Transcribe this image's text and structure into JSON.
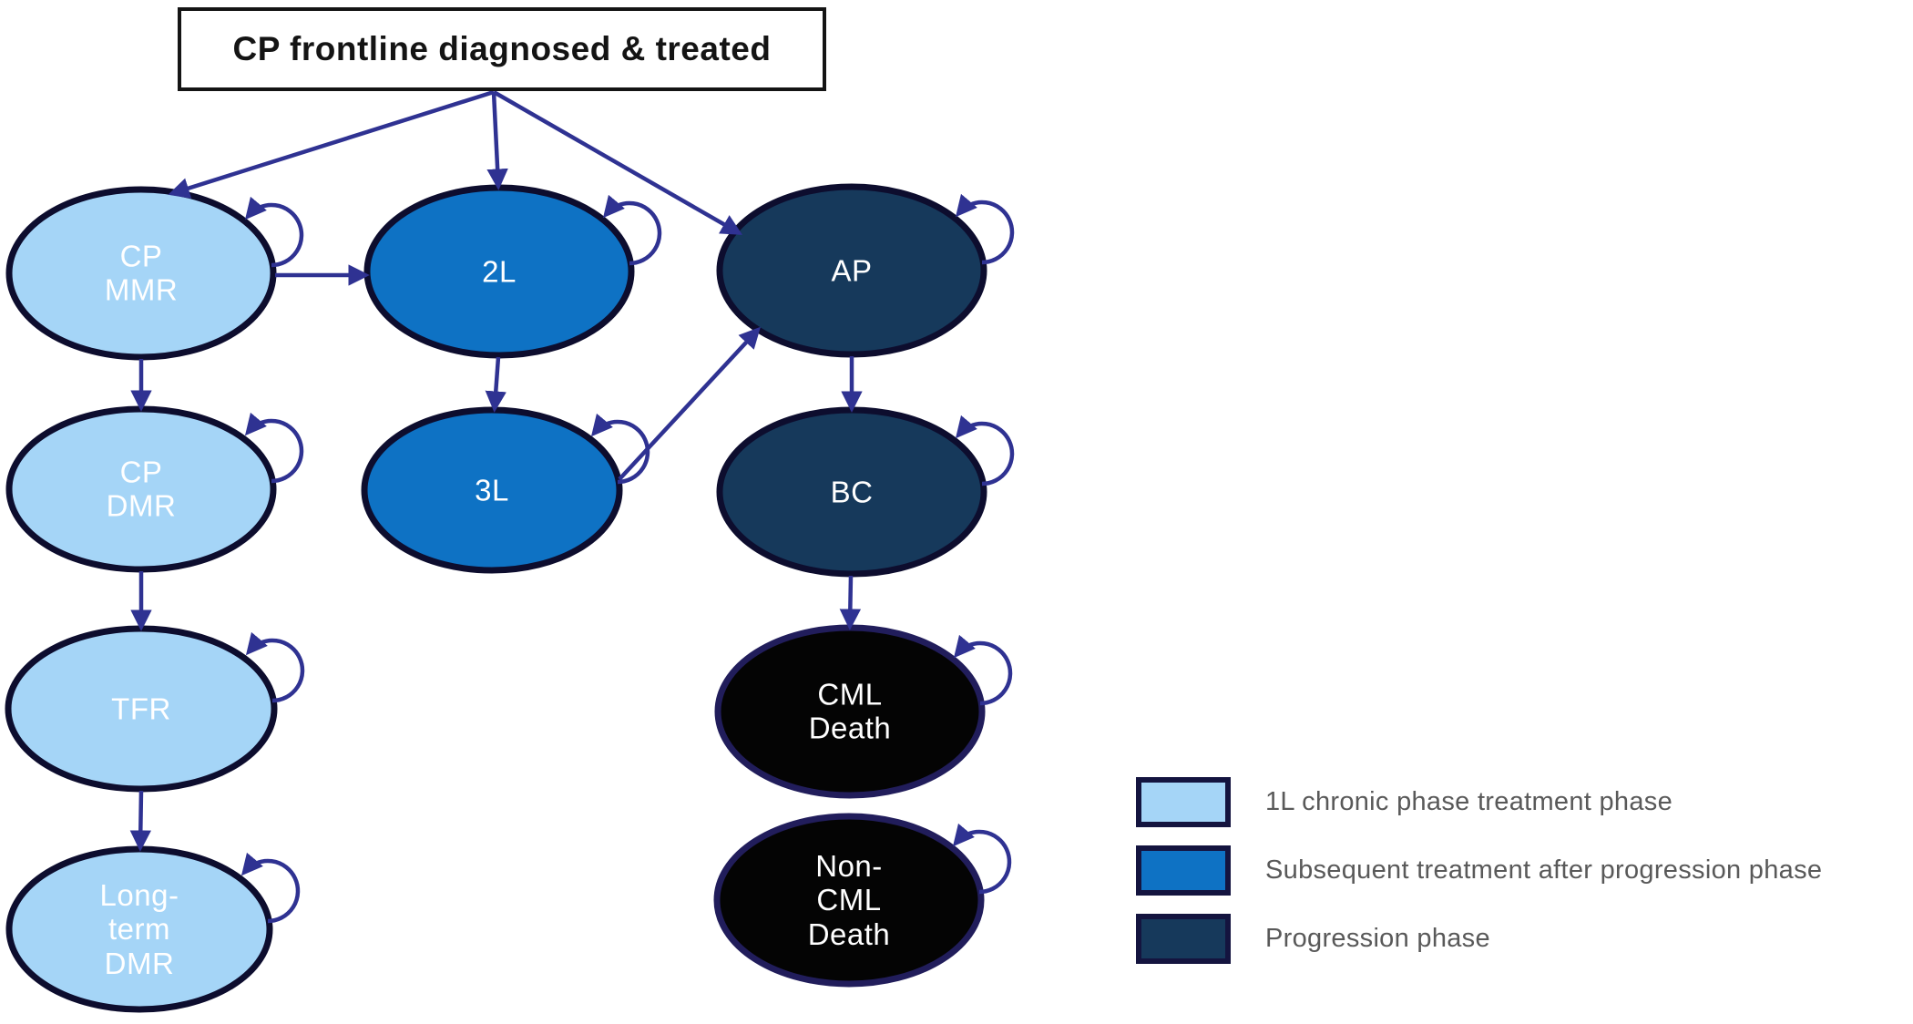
{
  "diagram_title": "CP frontline diagnosed & treated",
  "nodes": {
    "cp_mmr": {
      "label": "CP\nMMR",
      "fill": "light_blue"
    },
    "second_line": {
      "label": "2L",
      "fill": "medium_blue"
    },
    "ap": {
      "label": "AP",
      "fill": "dark_navy"
    },
    "cp_dmr": {
      "label": "CP\nDMR",
      "fill": "light_blue"
    },
    "third_line": {
      "label": "3L",
      "fill": "medium_blue"
    },
    "bc": {
      "label": "BC",
      "fill": "dark_navy"
    },
    "tfr": {
      "label": "TFR",
      "fill": "light_blue"
    },
    "cml_death": {
      "label": "CML\nDeath",
      "fill": "death_black"
    },
    "long_term_dmr": {
      "label": "Long-\nterm\nDMR",
      "fill": "light_blue"
    },
    "non_cml_death": {
      "label": "Non-\nCML\nDeath",
      "fill": "death_black"
    }
  },
  "legend": {
    "items": [
      {
        "label": "1L chronic phase treatment phase",
        "swatch_color": "light_blue"
      },
      {
        "label": "Subsequent treatment after progression phase",
        "swatch_color": "medium_blue"
      },
      {
        "label": "Progression phase",
        "swatch_color": "dark_navy"
      }
    ]
  },
  "colors": {
    "light_blue": "#A5D5F7",
    "medium_blue": "#0E72C4",
    "dark_navy": "#16395B",
    "death_black": "#040404",
    "node_border": "#0D0D2E",
    "death_border": "#211D5B",
    "arrow": "#2F3292",
    "box_border": "#141414",
    "title_text": "#141414",
    "legend_text": "#595959",
    "swatch_border": "#14143F",
    "node_text": "#FFFFFF"
  }
}
